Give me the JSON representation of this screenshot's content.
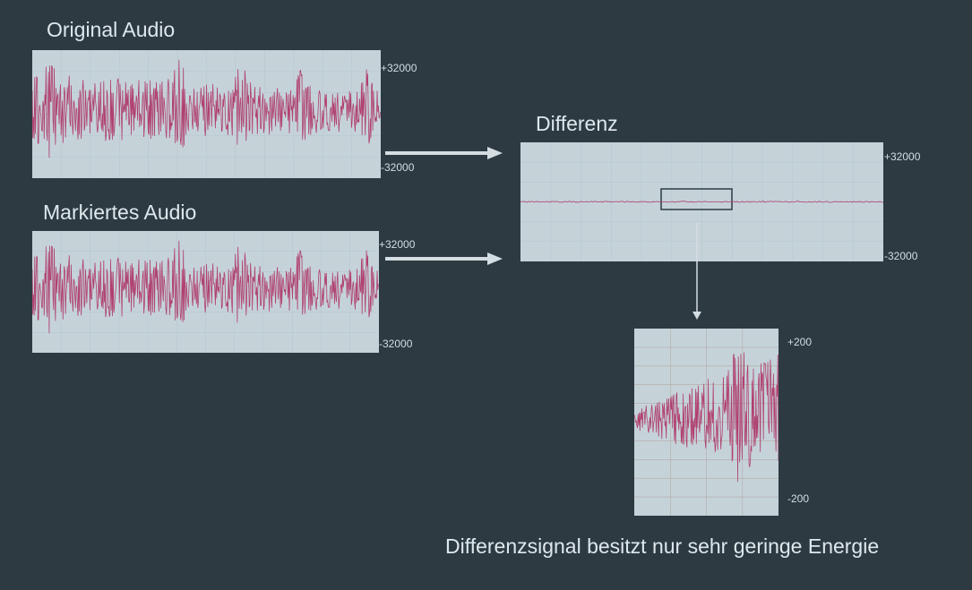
{
  "colors": {
    "background": "#2d3a42",
    "panel": "#c5d3d9",
    "waveform": "#b0406e",
    "text": "#dfe8ec",
    "arrow": "#d4dde1"
  },
  "original": {
    "title": "Original Audio",
    "top_label": "+32000",
    "bottom_label": "-32000"
  },
  "marked": {
    "title": "Markiertes Audio",
    "top_label": "+32000",
    "bottom_label": "-32000"
  },
  "difference": {
    "title": "Differenz",
    "top_label": "+32000",
    "bottom_label": "-32000"
  },
  "zoom": {
    "top_label": "+200",
    "bottom_label": "-200"
  },
  "caption": "Differenzsignal besitzt nur sehr geringe Energie"
}
